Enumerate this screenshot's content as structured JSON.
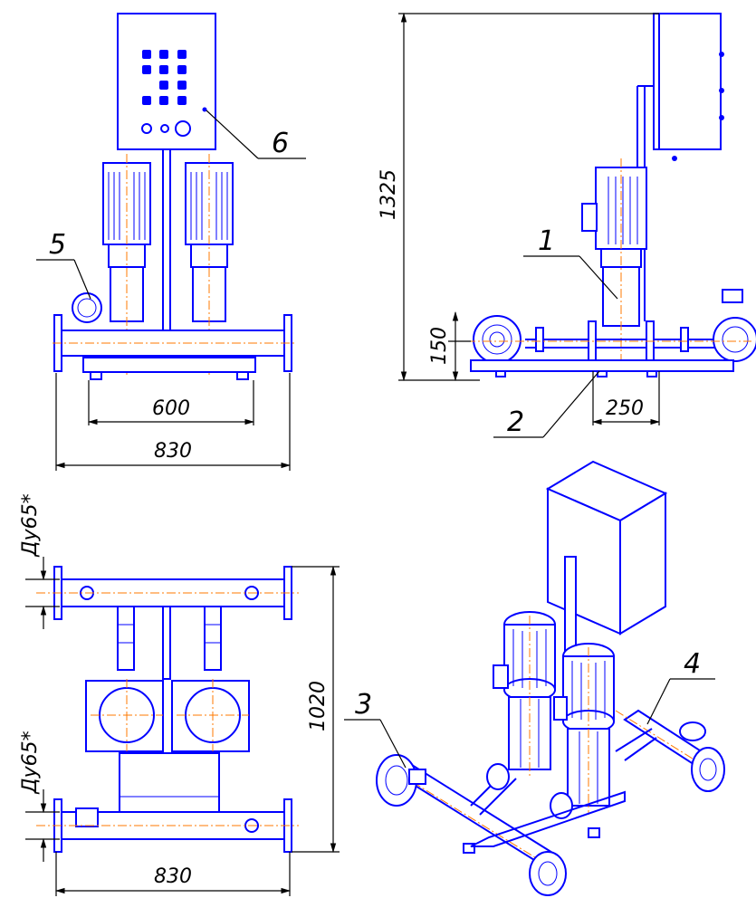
{
  "dimensions": {
    "front_width_inner": "600",
    "front_width_outer": "830",
    "side_height": "1325",
    "side_axis_height": "150",
    "side_depth": "250",
    "top_depth": "1020",
    "top_width": "830",
    "top_pipe_upper": "Ду65*",
    "top_pipe_lower": "Ду65*"
  },
  "callouts": [
    "1",
    "2",
    "3",
    "4",
    "5",
    "6"
  ],
  "colors": {
    "outline": "#0000ff",
    "axis": "#ff7a00",
    "dimension": "#000000"
  }
}
